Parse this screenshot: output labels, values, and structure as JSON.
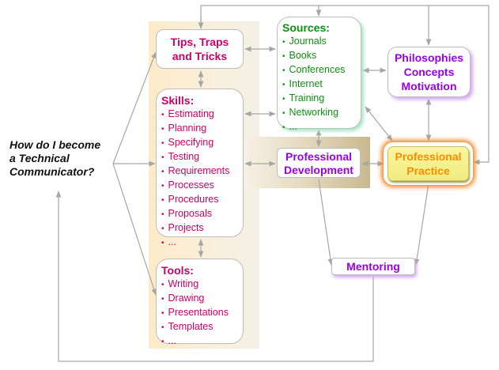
{
  "question": {
    "lines": [
      "How do I become",
      "a Technical",
      "Communicator?"
    ]
  },
  "tips": {
    "lines": [
      "Tips, Traps",
      "and Tricks"
    ],
    "color": "#cc0066"
  },
  "skills": {
    "heading": "Skills:",
    "items": [
      "Estimating",
      "Planning",
      "Specifying",
      "Testing",
      "Requirements",
      "Processes",
      "Procedures",
      "Proposals",
      "Projects",
      "..."
    ],
    "color": "#cc0066"
  },
  "tools": {
    "heading": "Tools:",
    "items": [
      "Writing",
      "Drawing",
      "Presentations",
      "Templates",
      "..."
    ],
    "color": "#cc0066"
  },
  "sources": {
    "heading": "Sources:",
    "items": [
      "Journals",
      "Books",
      "Conferences",
      "Internet",
      "Training",
      "Networking",
      "..."
    ],
    "color": "#109010"
  },
  "philosophies": {
    "lines": [
      "Philosophies",
      "Concepts",
      "Motivation"
    ],
    "color": "#9a00e6"
  },
  "professional_development": {
    "lines": [
      "Professional",
      "Development"
    ],
    "color": "#9a00e6"
  },
  "professional_practice": {
    "lines": [
      "Professional",
      "Practice"
    ],
    "color": "#ff8c00"
  },
  "mentoring": {
    "label": "Mentoring",
    "color": "#9a00e6"
  },
  "connector_color": "#a6a6a6"
}
